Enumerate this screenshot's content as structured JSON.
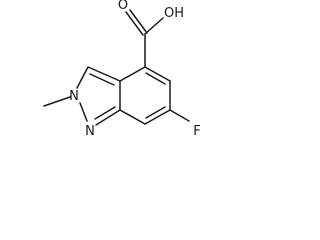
{
  "molecule": {
    "atoms": {
      "carbonyl_oxygen": "O",
      "hydroxyl": "OH",
      "ring_n1": "N",
      "ring_n2": "N",
      "fluorine": "F"
    }
  }
}
